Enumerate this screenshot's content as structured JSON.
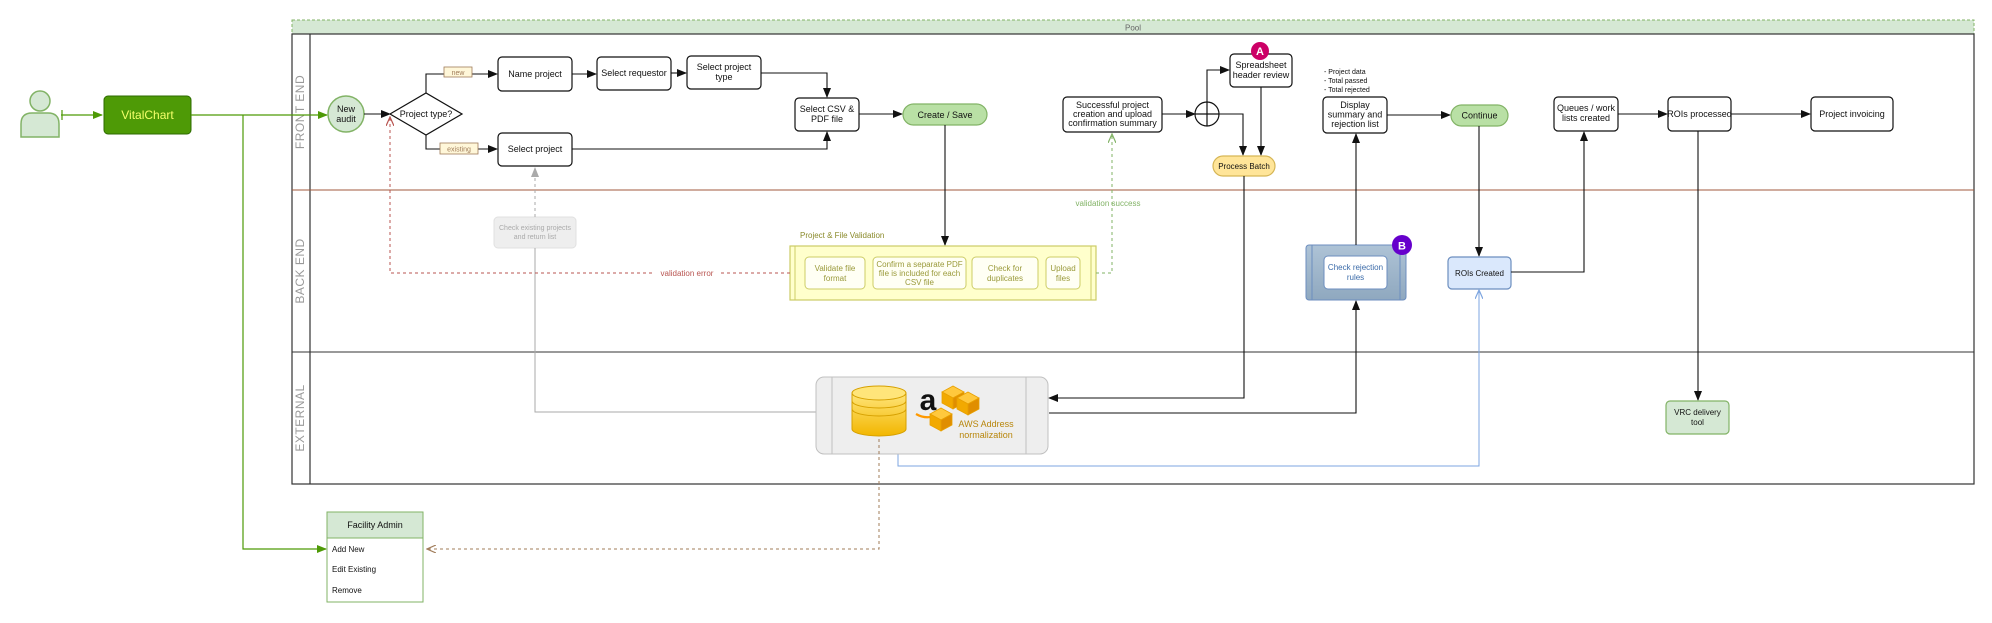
{
  "pool": {
    "title": "Pool"
  },
  "lanes": {
    "front_end": "FRONT END",
    "back_end": "BACK END",
    "external": "EXTERNAL"
  },
  "actor": {
    "app": "VitalChart"
  },
  "events": {
    "new_audit": [
      "New",
      "audit"
    ]
  },
  "decision": {
    "label": "Project type?",
    "branch_new": "new",
    "branch_existing": "existing"
  },
  "tasks": {
    "name_project": "Name project",
    "select_requestor": "Select requestor",
    "select_project_type": [
      "Select project",
      "type"
    ],
    "select_project": "Select project",
    "select_csv_pdf": [
      "Select CSV &",
      "PDF file"
    ],
    "create_save": "Create / Save",
    "success_summary": [
      "Successful project",
      "creation and upload",
      "confirmation summary"
    ],
    "spreadsheet_review": [
      "Spreadsheet",
      "header review"
    ],
    "process_batch": "Process Batch",
    "display_summary": [
      "Display",
      "summary and",
      "rejection list"
    ],
    "continue": "Continue",
    "queues": [
      "Queues / work",
      "lists created"
    ],
    "rois_processed": "ROIs processed",
    "project_invoicing": "Project invoicing",
    "check_existing": [
      "Check existing projects",
      "and return list"
    ],
    "check_rejection": [
      "Check rejection",
      "rules"
    ],
    "rois_created": "ROIs Created",
    "vrc_delivery": [
      "VRC delivery",
      "tool"
    ]
  },
  "summary_notes": [
    "- Project data",
    "- Total passed",
    "- Total rejected"
  ],
  "validation": {
    "group_title": "Project & File Validation",
    "steps": [
      [
        "Validate file",
        "format"
      ],
      [
        "Confirm a separate PDF",
        "file is included for each",
        "CSV file"
      ],
      [
        "Check for",
        "duplicates"
      ],
      [
        "Upload",
        "files"
      ]
    ],
    "error_label": "validation error",
    "success_label": "validation success"
  },
  "external": {
    "aws_label": [
      "AWS Address",
      "normalization"
    ],
    "amazon_glyph": "a"
  },
  "markers": {
    "a": "A",
    "b": "B"
  },
  "facility_admin": {
    "title": "Facility Admin",
    "items": [
      "Add New",
      "Edit Existing",
      "Remove"
    ]
  },
  "colors": {
    "green_dark": "#4e9a06",
    "green_fill": "#d5e8d4",
    "green_stroke": "#82b366",
    "yellow_fill": "#ffffcc",
    "yellow_stroke": "#cccc66",
    "orange_fill": "#ffe599",
    "orange_stroke": "#d6b656",
    "blue_fill": "#dae8fc",
    "blue_stroke": "#6c8ebf",
    "red_dashed": "#b85450",
    "marker_a": "#cc0066",
    "marker_b": "#6600cc"
  }
}
